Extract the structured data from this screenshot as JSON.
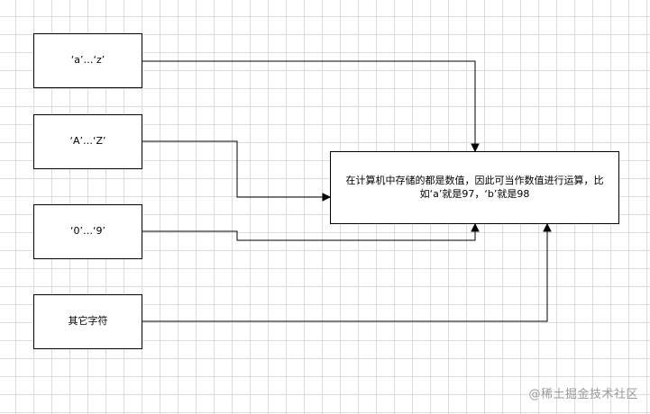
{
  "diagram": {
    "nodes": {
      "lower_letters": "‘a’…‘z’",
      "upper_letters": "‘A’…‘Z’",
      "digits": "‘0’…‘9’",
      "other_chars": "其它字符",
      "result": "在计算机中存储的都是数值，因此可当作数值进行运算，比如‘a’就是97，‘b’就是98"
    },
    "edges": [
      {
        "from": "lower_letters",
        "to": "result"
      },
      {
        "from": "upper_letters",
        "to": "result"
      },
      {
        "from": "digits",
        "to": "result"
      },
      {
        "from": "other_chars",
        "to": "result"
      }
    ],
    "colors": {
      "stroke": "#000000",
      "grid": "#dcdcdc",
      "watermark": "#9a9a9a"
    }
  },
  "watermark": "@稀土掘金技术社区"
}
